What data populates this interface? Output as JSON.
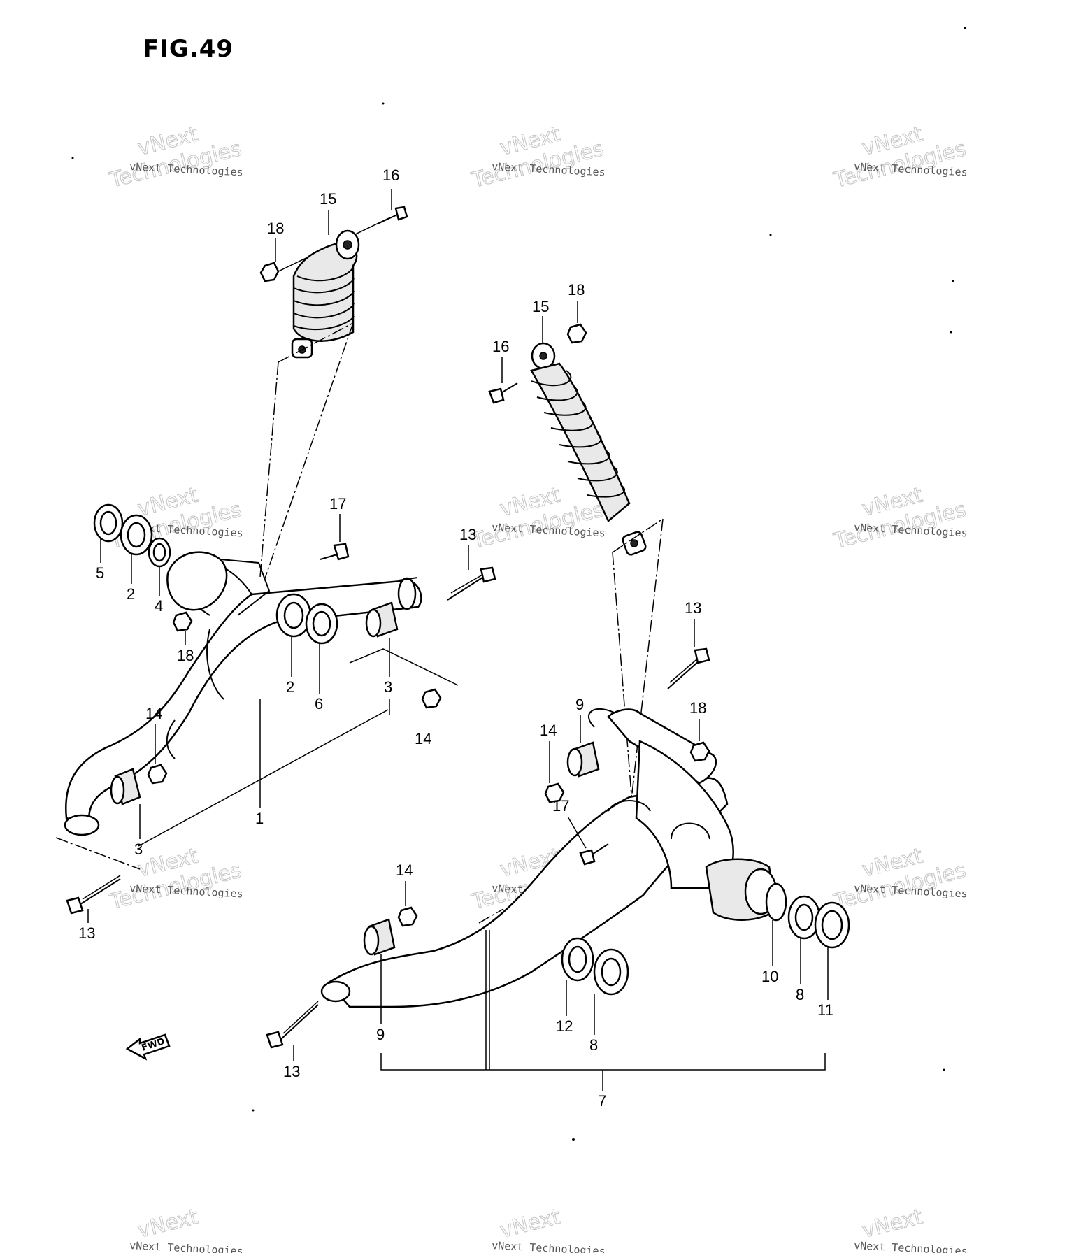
{
  "figure": {
    "title": "FIG.49"
  },
  "fwd_label": "FWD",
  "watermark": {
    "small_text": "vNext Technologies",
    "big_line1": "vNext",
    "big_line2": "Technologies"
  },
  "callouts": [
    {
      "id": "c-16a",
      "label": "16"
    },
    {
      "id": "c-15a",
      "label": "15"
    },
    {
      "id": "c-18a",
      "label": "18"
    },
    {
      "id": "c-17a",
      "label": "17"
    },
    {
      "id": "c-13a",
      "label": "13"
    },
    {
      "id": "c-5",
      "label": "5"
    },
    {
      "id": "c-2a",
      "label": "2"
    },
    {
      "id": "c-4",
      "label": "4"
    },
    {
      "id": "c-18b",
      "label": "18"
    },
    {
      "id": "c-2b",
      "label": "2"
    },
    {
      "id": "c-6",
      "label": "6"
    },
    {
      "id": "c-3a",
      "label": "3"
    },
    {
      "id": "c-14a",
      "label": "14"
    },
    {
      "id": "c-14b",
      "label": "14"
    },
    {
      "id": "c-3b",
      "label": "3"
    },
    {
      "id": "c-1",
      "label": "1"
    },
    {
      "id": "c-13b",
      "label": "13"
    },
    {
      "id": "c-18c",
      "label": "18"
    },
    {
      "id": "c-15b",
      "label": "15"
    },
    {
      "id": "c-16b",
      "label": "16"
    },
    {
      "id": "c-13c",
      "label": "13"
    },
    {
      "id": "c-18d",
      "label": "18"
    },
    {
      "id": "c-9a",
      "label": "9"
    },
    {
      "id": "c-14c",
      "label": "14"
    },
    {
      "id": "c-17b",
      "label": "17"
    },
    {
      "id": "c-14d",
      "label": "14"
    },
    {
      "id": "c-10",
      "label": "10"
    },
    {
      "id": "c-8a",
      "label": "8"
    },
    {
      "id": "c-11",
      "label": "11"
    },
    {
      "id": "c-12",
      "label": "12"
    },
    {
      "id": "c-8b",
      "label": "8"
    },
    {
      "id": "c-9b",
      "label": "9"
    },
    {
      "id": "c-13d",
      "label": "13"
    },
    {
      "id": "c-7",
      "label": "7"
    }
  ]
}
